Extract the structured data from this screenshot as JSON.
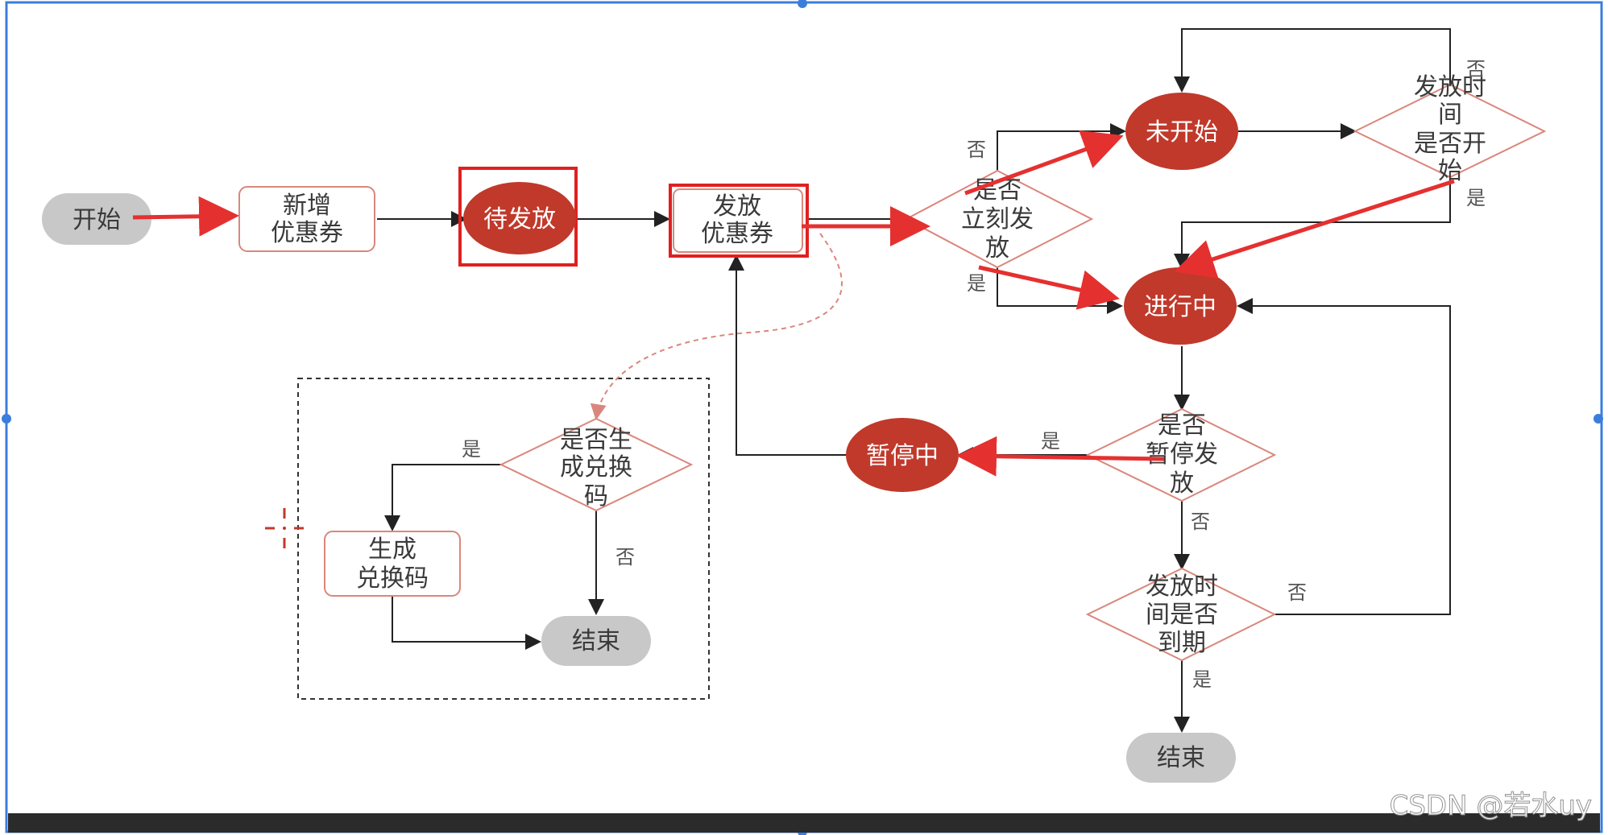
{
  "nodes": {
    "start": "开始",
    "new_coupon": [
      "新增",
      "优惠券"
    ],
    "pending": "待发放",
    "issue_coupon": [
      "发放",
      "优惠券"
    ],
    "issue_now": [
      "是否",
      "立刻发",
      "放"
    ],
    "not_started": "未开始",
    "time_started": [
      "发放时",
      "间",
      "是否开",
      "始"
    ],
    "in_progress": "进行中",
    "pause_issue": [
      "是否",
      "暂停发",
      "放"
    ],
    "paused": "暂停中",
    "time_expired": [
      "发放时",
      "间是否",
      "到期"
    ],
    "end_main": "结束",
    "gen_code_q": [
      "是否生",
      "成兑换",
      "码"
    ],
    "gen_code": [
      "生成",
      "兑换码"
    ],
    "end_sub": "结束"
  },
  "edge_labels": {
    "issue_now_no": "否",
    "issue_now_yes": "是",
    "time_started_no": "否",
    "time_started_yes": "是",
    "pause_yes": "是",
    "pause_no": "否",
    "expired_no": "否",
    "expired_yes": "是",
    "gen_code_yes": "是",
    "gen_code_no": "否"
  },
  "watermark": "CSDN @若水uy",
  "colors": {
    "ellipse_fill": "#c0392b",
    "terminal_fill": "#c8c8c8",
    "shape_stroke": "#d9877c",
    "highlight_red": "#e02020",
    "arrow_red": "#e53030",
    "selection_blue": "#3b7ddd",
    "bottom_bar": "#2b2b2b"
  }
}
